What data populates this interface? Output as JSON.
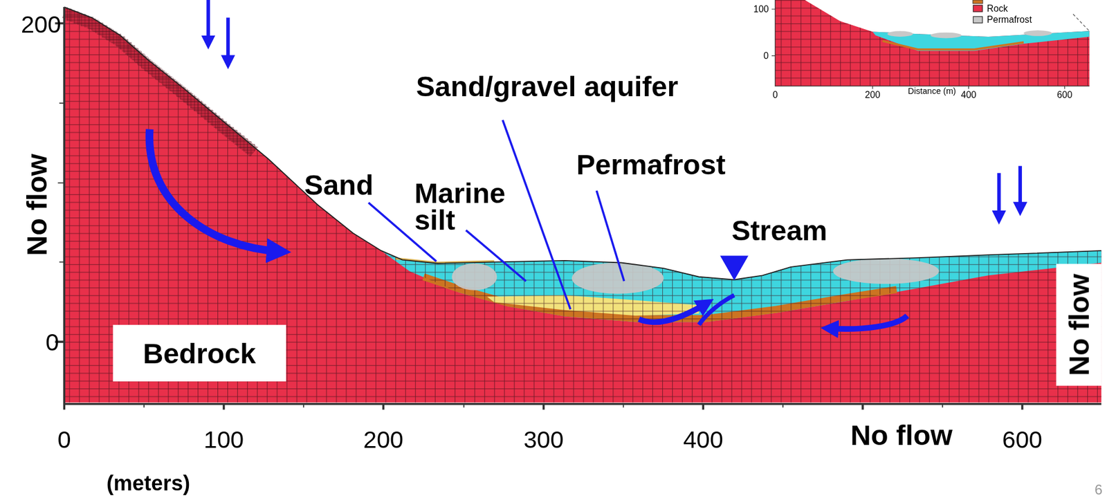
{
  "diagram": {
    "nodes": [
      {
        "text": [
          "Bedrock"
        ]
      }
    ],
    "labels": [
      "200",
      "0",
      "0",
      "100",
      "200",
      "300",
      "400",
      "600",
      "(meters)",
      "No flow",
      "No flow",
      "No flow",
      "Sand/gravel aquifer",
      "Sand",
      "Marine silt",
      "Permafrost",
      "Stream",
      "100",
      "0",
      "0",
      "200",
      "400",
      "600",
      "Distance (m)",
      "6"
    ],
    "legend": [
      {
        "text": "Rock",
        "color": "#e8304a"
      },
      {
        "text": "Permafrost",
        "color": "#c8c8c8"
      }
    ]
  }
}
